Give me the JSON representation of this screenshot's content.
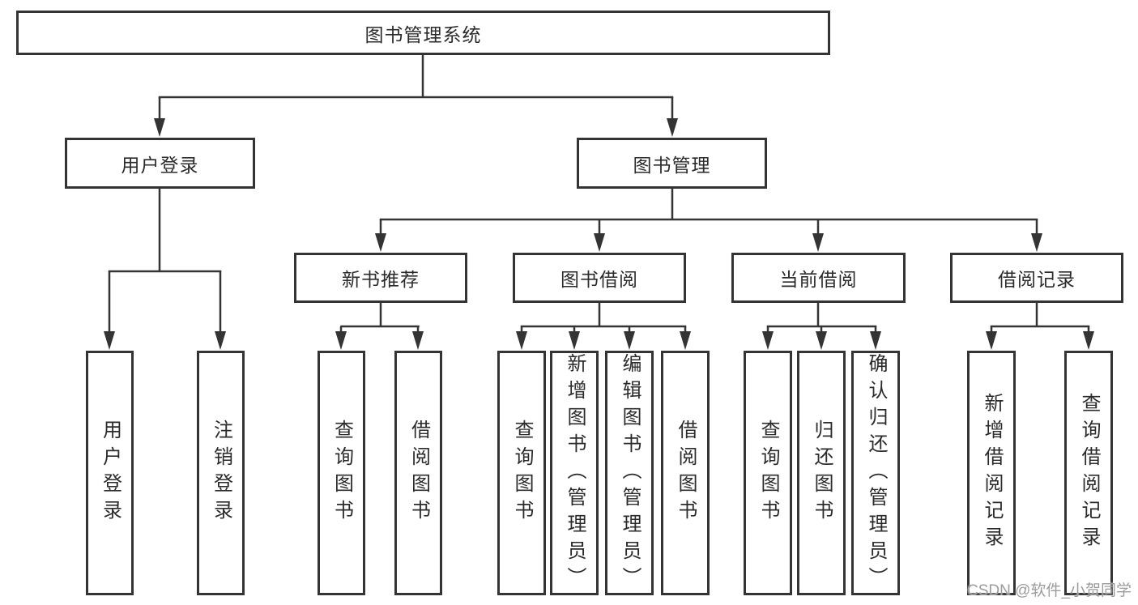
{
  "diagram": {
    "root": {
      "label": "图书管理系统"
    },
    "level2": [
      {
        "label": "用户登录"
      },
      {
        "label": "图书管理"
      }
    ],
    "level3": [
      {
        "label": "新书推荐"
      },
      {
        "label": "图书借阅"
      },
      {
        "label": "当前借阅"
      },
      {
        "label": "借阅记录"
      }
    ],
    "leaves": [
      {
        "label": "用户登录",
        "parent": "用户登录"
      },
      {
        "label": "注销登录",
        "parent": "用户登录"
      },
      {
        "label": "查询图书",
        "parent": "新书推荐"
      },
      {
        "label": "借阅图书",
        "parent": "新书推荐"
      },
      {
        "label": "查询图书",
        "parent": "图书借阅"
      },
      {
        "label": "新增图书（管理员）",
        "parent": "图书借阅"
      },
      {
        "label": "编辑图书（管理员）",
        "parent": "图书借阅"
      },
      {
        "label": "借阅图书",
        "parent": "图书借阅"
      },
      {
        "label": "查询图书",
        "parent": "当前借阅"
      },
      {
        "label": "归还图书",
        "parent": "当前借阅"
      },
      {
        "label": "确认归还（管理员）",
        "parent": "当前借阅"
      },
      {
        "label": "新增借阅记录",
        "parent": "借阅记录"
      },
      {
        "label": "查询借阅记录",
        "parent": "借阅记录"
      }
    ]
  },
  "watermark": {
    "text": "CSDN @软件_小贺同学"
  },
  "colors": {
    "line": "#343434",
    "text": "#2b2b2b",
    "background": "#ffffff",
    "watermark": "#9c9c9c"
  }
}
